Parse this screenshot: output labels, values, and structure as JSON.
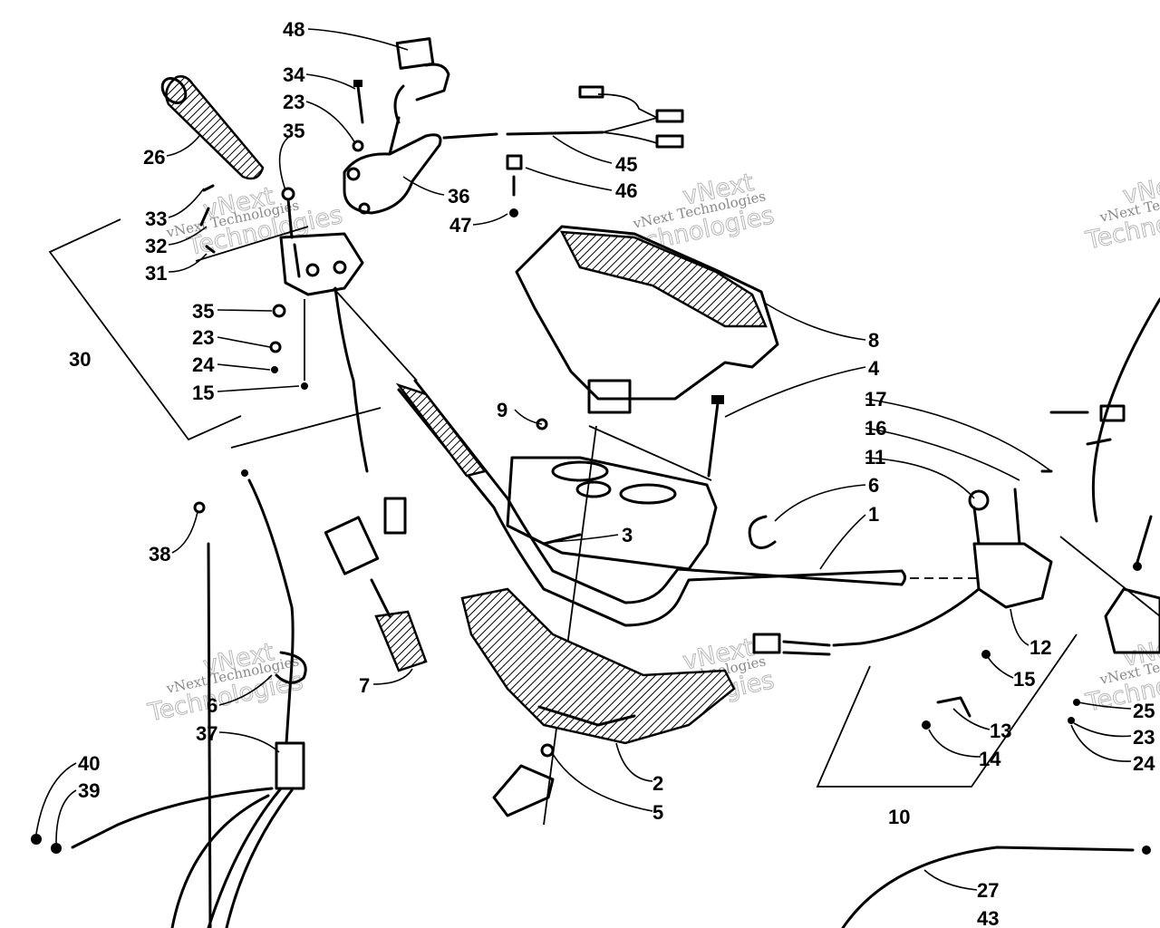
{
  "watermark": {
    "line1": "vNext Technologies",
    "line2": "Technologies",
    "line3": "vNext"
  },
  "part_labels": [
    {
      "id": "48",
      "text": "48"
    },
    {
      "id": "34",
      "text": "34"
    },
    {
      "id": "23a",
      "text": "23"
    },
    {
      "id": "35a",
      "text": "35"
    },
    {
      "id": "26",
      "text": "26"
    },
    {
      "id": "36",
      "text": "36"
    },
    {
      "id": "45",
      "text": "45"
    },
    {
      "id": "46",
      "text": "46"
    },
    {
      "id": "47",
      "text": "47"
    },
    {
      "id": "33",
      "text": "33"
    },
    {
      "id": "32",
      "text": "32"
    },
    {
      "id": "31",
      "text": "31"
    },
    {
      "id": "35b",
      "text": "35"
    },
    {
      "id": "23b",
      "text": "23"
    },
    {
      "id": "24a",
      "text": "24"
    },
    {
      "id": "15a",
      "text": "15"
    },
    {
      "id": "30",
      "text": "30"
    },
    {
      "id": "8",
      "text": "8"
    },
    {
      "id": "4",
      "text": "4"
    },
    {
      "id": "9",
      "text": "9"
    },
    {
      "id": "17",
      "text": "17"
    },
    {
      "id": "16",
      "text": "16"
    },
    {
      "id": "11",
      "text": "11"
    },
    {
      "id": "6a",
      "text": "6"
    },
    {
      "id": "1",
      "text": "1"
    },
    {
      "id": "3",
      "text": "3"
    },
    {
      "id": "38",
      "text": "38"
    },
    {
      "id": "7",
      "text": "7"
    },
    {
      "id": "6b",
      "text": "6"
    },
    {
      "id": "37",
      "text": "37"
    },
    {
      "id": "40",
      "text": "40"
    },
    {
      "id": "39",
      "text": "39"
    },
    {
      "id": "12",
      "text": "12"
    },
    {
      "id": "15b",
      "text": "15"
    },
    {
      "id": "13",
      "text": "13"
    },
    {
      "id": "14",
      "text": "14"
    },
    {
      "id": "10",
      "text": "10"
    },
    {
      "id": "2",
      "text": "2"
    },
    {
      "id": "5",
      "text": "5"
    },
    {
      "id": "25",
      "text": "25"
    },
    {
      "id": "23c",
      "text": "23"
    },
    {
      "id": "24b",
      "text": "24"
    },
    {
      "id": "27",
      "text": "27"
    },
    {
      "id": "43",
      "text": "43"
    }
  ]
}
